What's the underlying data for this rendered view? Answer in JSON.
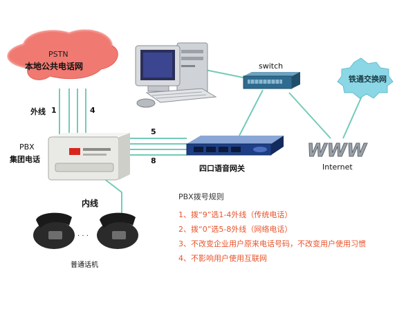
{
  "pstn": {
    "line1": "PSTN",
    "line2": "本地公共电话网"
  },
  "outer_line": {
    "label": "外线",
    "num1": "1",
    "num4": "4"
  },
  "pbx": {
    "line1": "PBX",
    "line2": "集团电话"
  },
  "gateway_lines": {
    "num5": "5",
    "num8": "8"
  },
  "switch": {
    "label": "switch"
  },
  "gateway": {
    "label": "四口语音网关"
  },
  "railway": {
    "label": "铁通交换网"
  },
  "internet": {
    "www": "WWW",
    "label": "Internet"
  },
  "inner_line": {
    "label": "内线"
  },
  "phones": {
    "ellipsis": "· · ·",
    "label": "普通话机"
  },
  "rules": {
    "title": "PBX拨号规则",
    "items": [
      "1、拨“9”选1-4外线（传统电话）",
      "2、拨“0”选5-8外线（网络电话）",
      "3、不改变企业用户原来电话号码，不改变用户使用习惯",
      "4、不影响用户使用互联网"
    ]
  },
  "colors": {
    "link": "#72cbb8",
    "cloud": "#f07a72",
    "starburst": "#8bd7e6",
    "rules_text": "#e8522a"
  }
}
